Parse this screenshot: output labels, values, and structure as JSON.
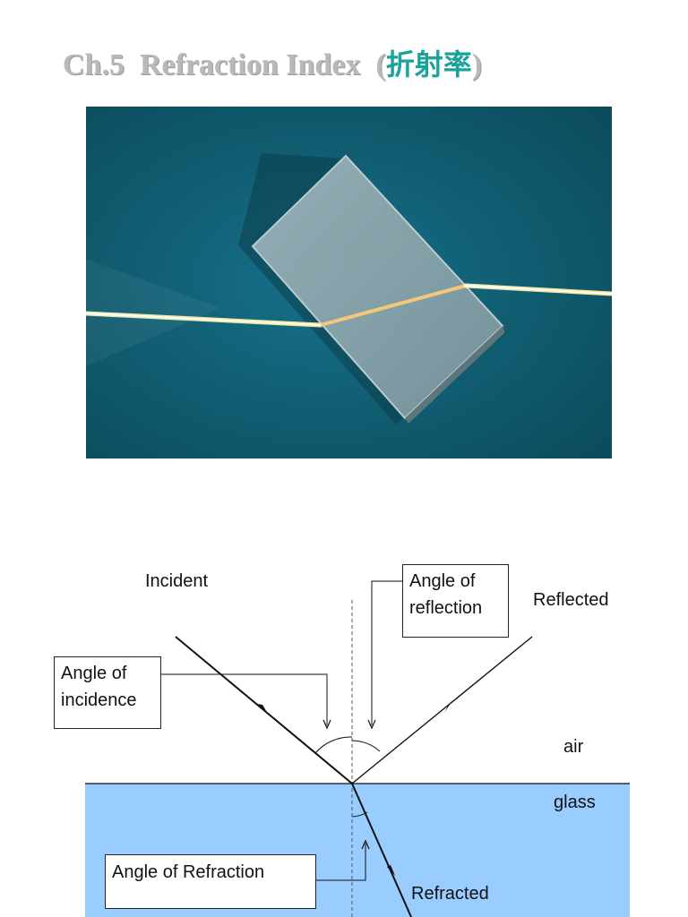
{
  "slide": {
    "title_prefix": "Ch.5  Refraction Index  (",
    "title_cjk": "折射率",
    "title_suffix": ")"
  },
  "diagram": {
    "labels": {
      "incident": "Incident",
      "reflected": "Reflected",
      "air": "air",
      "glass": "glass",
      "refracted": "Refracted"
    },
    "boxes": {
      "angle_of_reflection": [
        "Angle of",
        "reflection"
      ],
      "angle_of_incidence": [
        "Angle of",
        "incidence"
      ],
      "angle_of_refraction": "Angle of Refraction"
    },
    "colors": {
      "glass_fill": "#99ccff",
      "line": "#111111"
    }
  },
  "photo": {
    "background": "#0f5a6a",
    "beam": "#fff2b0"
  }
}
